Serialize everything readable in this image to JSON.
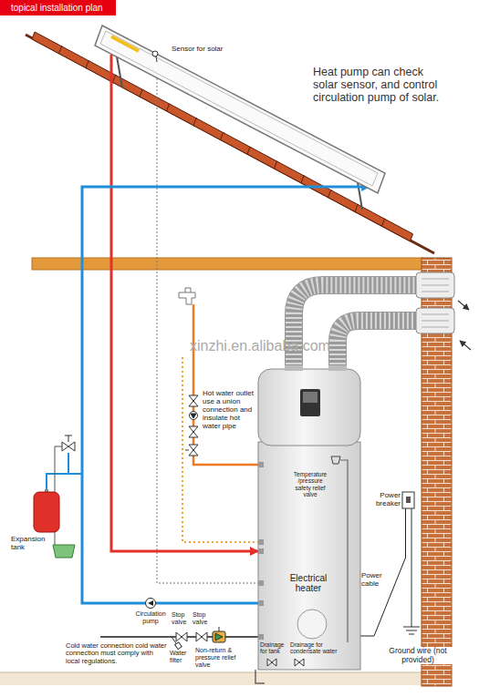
{
  "diagram": {
    "title": "topical installation plan",
    "nodes": [
      {
        "text": [
          "Sensor for solar"
        ]
      },
      {
        "text": [
          "Temperature /pressure safety relief valve",
          "Electrical heater"
        ]
      },
      {
        "text": [
          "Expansion tank"
        ]
      },
      {
        "text": [
          "Circulation pump"
        ]
      },
      {
        "text": [
          "Power breaker"
        ]
      }
    ],
    "edges": [
      {
        "from": 0,
        "to": 1,
        "arrow": "to"
      },
      {
        "from": 1,
        "to": 3,
        "arrow": "none"
      },
      {
        "from": 3,
        "to": 0,
        "arrow": "to"
      },
      {
        "from": 4,
        "to": 1,
        "label": "Power cable",
        "arrow": "none"
      }
    ],
    "labels": [
      "Heat pump can check solar sensor, and control circulation pump of solar.",
      "xinzhi.en.alibaba.com",
      "Hot water outlet use a union connection and insulate hot water pipe",
      "Stop valve",
      "Stop valve",
      "Water filter",
      "Non-return & pressure relief valve",
      "Cold water connection cold water connection must comply with local regulations.",
      "Drainage for tank",
      "Drainage for condensate water",
      "Ground wire (not provided)"
    ]
  }
}
